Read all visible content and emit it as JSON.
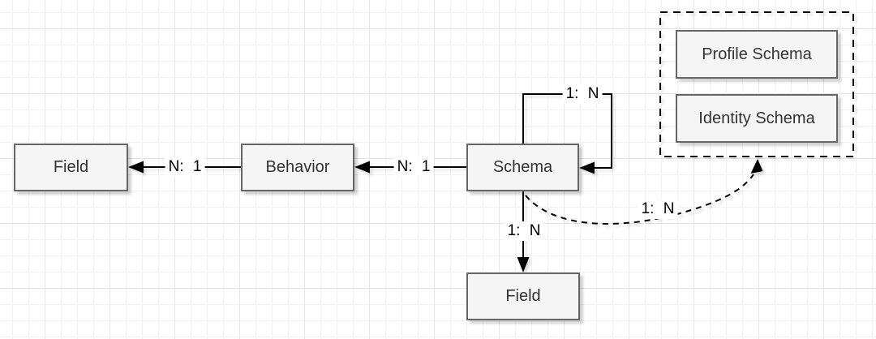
{
  "diagram": {
    "nodes": {
      "field_left": {
        "label": "Field"
      },
      "behavior": {
        "label": "Behavior"
      },
      "schema": {
        "label": "Schema"
      },
      "field_bottom": {
        "label": "Field"
      },
      "profile_schema": {
        "label": "Profile Schema"
      },
      "identity_schema": {
        "label": "Identity Schema"
      }
    },
    "edges": {
      "behavior_to_field_left": {
        "label": "N: 1",
        "style": "solid",
        "from": "Behavior",
        "to": "Field"
      },
      "schema_to_behavior": {
        "label": "N: 1",
        "style": "solid",
        "from": "Schema",
        "to": "Behavior"
      },
      "schema_self_loop": {
        "label": "1: N",
        "style": "solid",
        "from": "Schema",
        "to": "Schema"
      },
      "schema_to_field_bottom": {
        "label": "1: N",
        "style": "solid",
        "from": "Schema",
        "to": "Field"
      },
      "schema_to_schema_group": {
        "label": "1: N",
        "style": "dashed",
        "from": "Schema",
        "to": "schema-group"
      }
    },
    "colors": {
      "background": "#ffffff",
      "grid_minor": "#f2f2f2",
      "grid_major": "#e4e4e4",
      "node_fill": "#f5f5f5",
      "node_border": "#666666",
      "node_text": "#333333",
      "edge_stroke": "#000000",
      "group_border": "#000000"
    }
  }
}
